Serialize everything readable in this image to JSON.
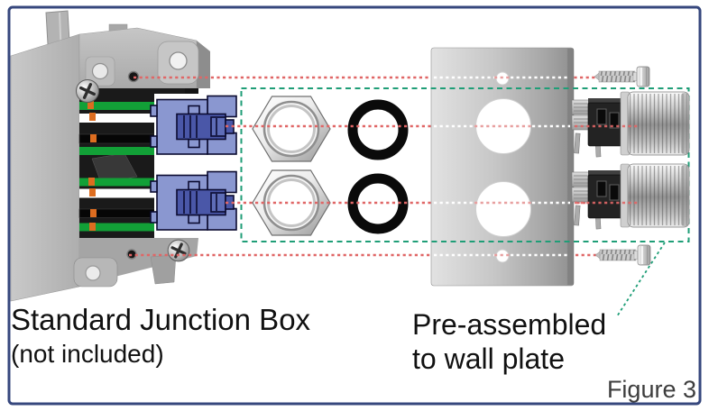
{
  "labels": {
    "junction_box": {
      "line1": "Standard Junction Box",
      "line2": "(not included)"
    },
    "wall_plate": {
      "line1": "Pre-assembled",
      "line2": "to wall plate"
    },
    "figure_label": "Figure 3"
  },
  "parts": [
    {
      "id": "standard-junction-box",
      "count": 1
    },
    {
      "id": "keystone-connector",
      "count": 2
    },
    {
      "id": "hex-nut",
      "count": 2
    },
    {
      "id": "o-ring",
      "count": 2
    },
    {
      "id": "wall-plate",
      "count": 1
    },
    {
      "id": "mounting-screw",
      "count": 2
    },
    {
      "id": "push-button-switch",
      "count": 2
    }
  ],
  "colors": {
    "frame_border": "#36477d",
    "callout_red": "#e06666",
    "callout_green": "#1f9e77",
    "connector_blue_light": "#8a97d0",
    "connector_blue_dark": "#4a57a8",
    "wire_green": "#12a037",
    "wire_white": "#ffffff",
    "wire_black": "#060606",
    "clip_orange": "#dd6d20",
    "plate_gray": "#b9b9b9",
    "text_black": "#111111",
    "figure_text_gray": "#3d3d3d"
  }
}
